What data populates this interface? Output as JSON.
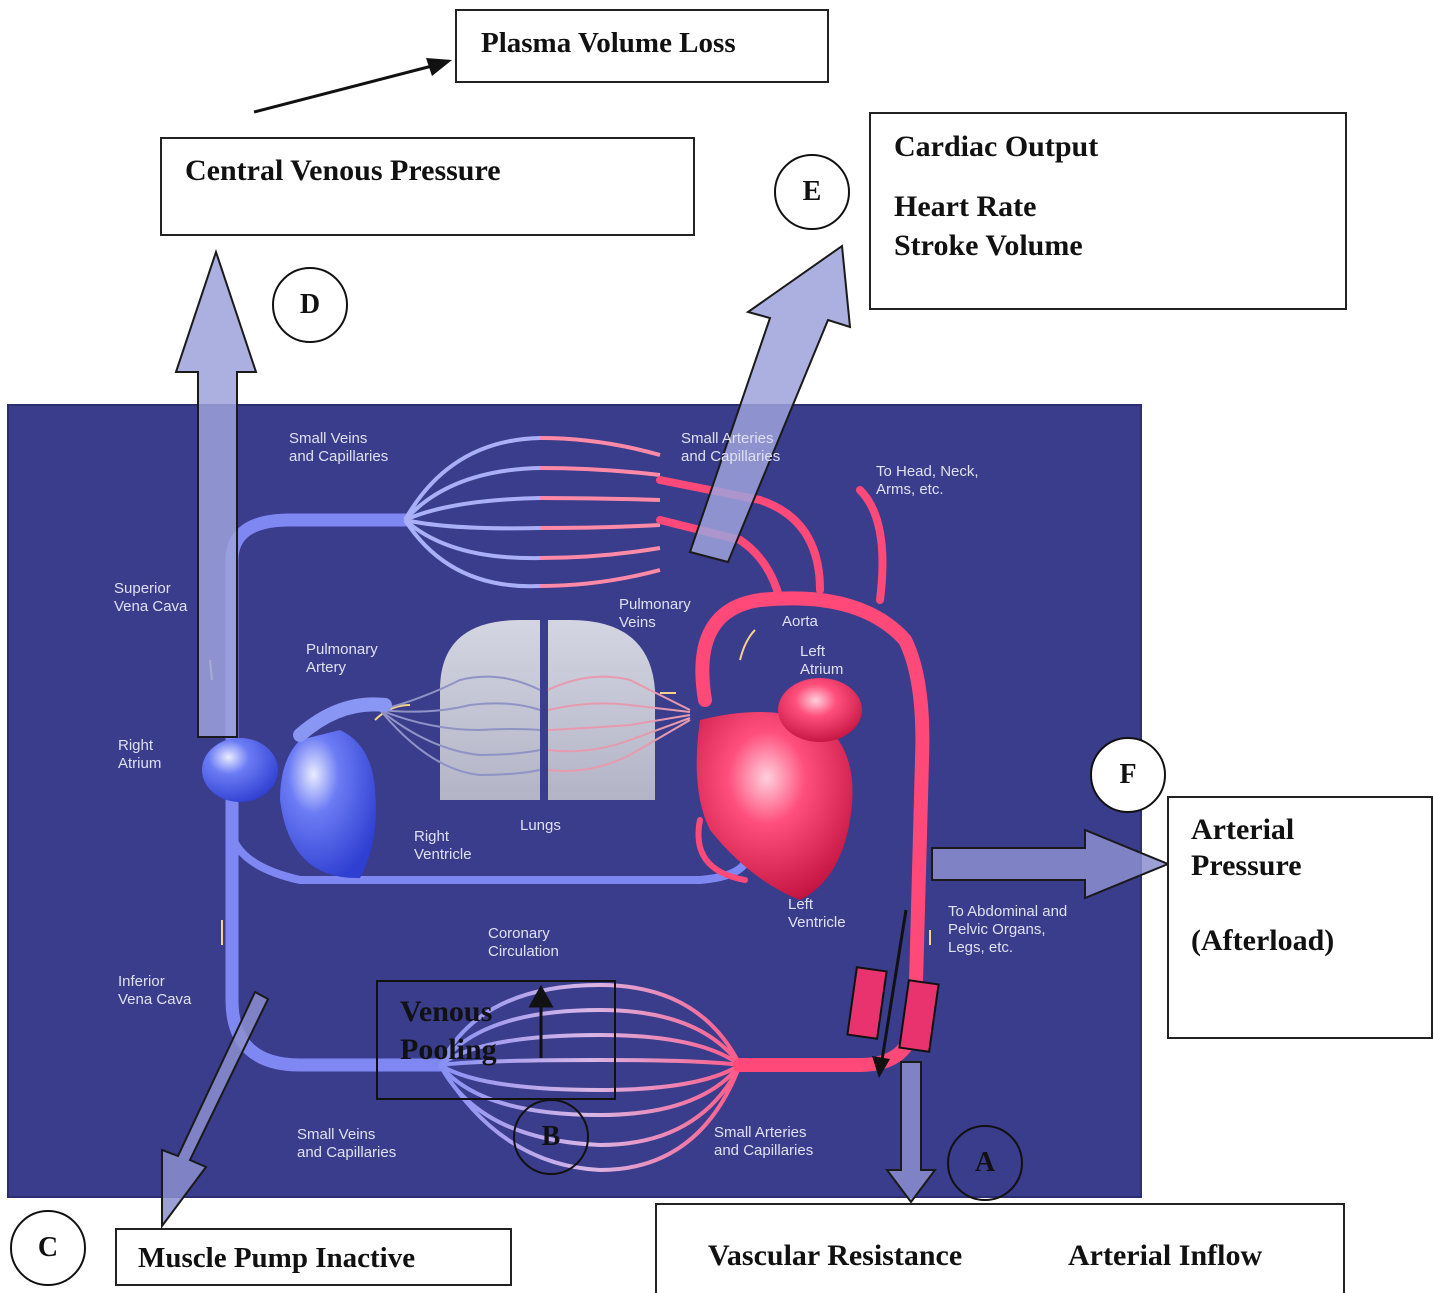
{
  "colors": {
    "panel": "#3a3c8c",
    "venous": "#7f88f2",
    "arterial": "#ff4a79",
    "arrow_fill": "#8c8fd0",
    "box_border": "#222222",
    "clamp": "#e8336f"
  },
  "labels": {
    "A": "A",
    "B": "B",
    "C": "C",
    "D": "D",
    "E": "E",
    "F": "F"
  },
  "boxes": {
    "plasma_volume_loss": "Plasma Volume Loss",
    "central_venous_pressure": "Central Venous Pressure",
    "cardiac_output": "Cardiac Output",
    "heart_rate": "Heart Rate",
    "stroke_volume": "Stroke Volume",
    "arterial_pressure_1": "Arterial",
    "arterial_pressure_2": "Pressure",
    "afterload": "(Afterload)",
    "venous_pooling_1": "Venous",
    "venous_pooling_2": "Pooling",
    "muscle_pump": "Muscle Pump Inactive",
    "vascular_resistance": "Vascular Resistance",
    "arterial_inflow": "Arterial Inflow"
  },
  "anatomy": {
    "small_veins_top": "Small Veins\nand Capillaries",
    "small_arteries_top": "Small Arteries\nand Capillaries",
    "to_head": "To Head, Neck,\nArms, etc.",
    "superior_vena_cava": "Superior\nVena Cava",
    "pulmonary_veins": "Pulmonary\nVeins",
    "aorta": "Aorta",
    "pulmonary_artery": "Pulmonary\nArtery",
    "left_atrium": "Left\nAtrium",
    "right_atrium": "Right\nAtrium",
    "lungs": "Lungs",
    "right_ventricle": "Right\nVentricle",
    "left_ventricle": "Left\nVentricle",
    "to_abdominal": "To Abdominal and\nPelvic Organs,\nLegs, etc.",
    "coronary": "Coronary\nCirculation",
    "inferior_vena_cava": "Inferior\nVena Cava",
    "small_veins_bottom": "Small Veins\nand Capillaries",
    "small_arteries_bottom": "Small Arteries\nand Capillaries"
  }
}
